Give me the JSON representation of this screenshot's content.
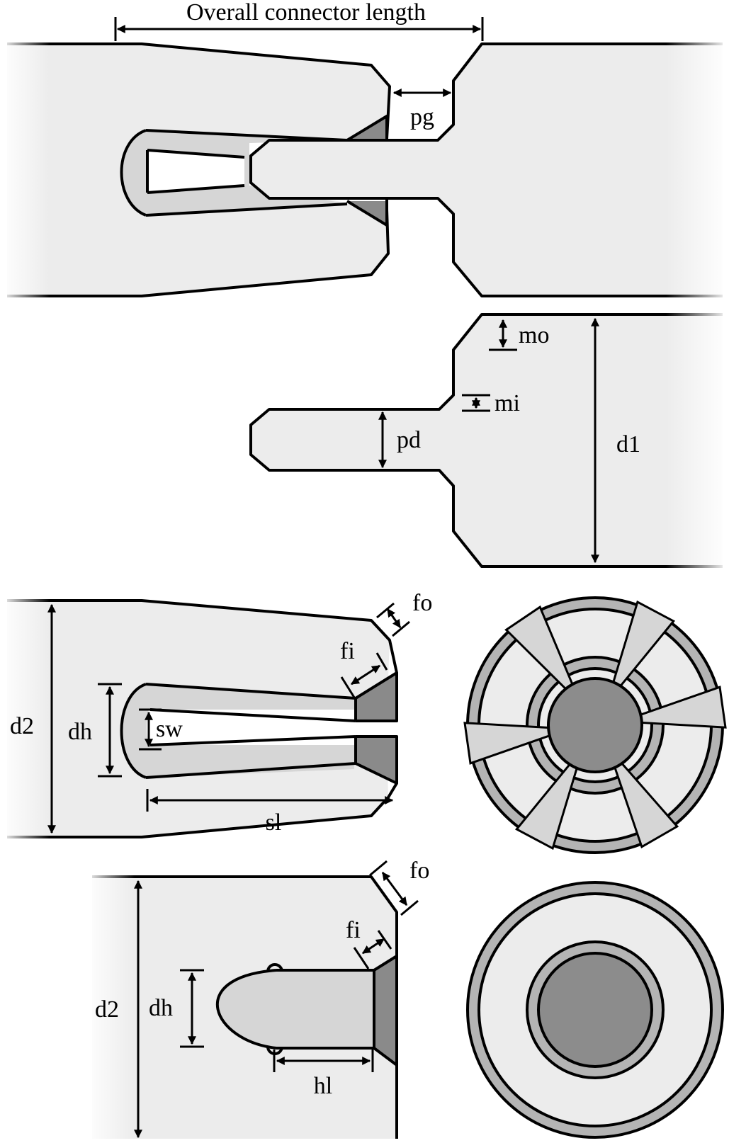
{
  "colors": {
    "body": "#ececec",
    "slot_wall": "#d6d6d6",
    "chamfer": "#8a8a8a",
    "ring": "#b4b4b4",
    "core": "#8c8c8c",
    "outline": "#000000",
    "background": "#ffffff"
  },
  "labels": {
    "overall_length": "Overall connector length",
    "pg": "pg",
    "mo": "mo",
    "mi": "mi",
    "pd": "pd",
    "d1": "d1",
    "fo_upper": "fo",
    "fi_upper": "fi",
    "d2_upper": "d2",
    "dh_upper": "dh",
    "sw": "sw",
    "sl": "sl",
    "fo_lower": "fo",
    "fi_lower": "fi",
    "d2_lower": "d2",
    "dh_lower": "dh",
    "hl": "hl"
  }
}
